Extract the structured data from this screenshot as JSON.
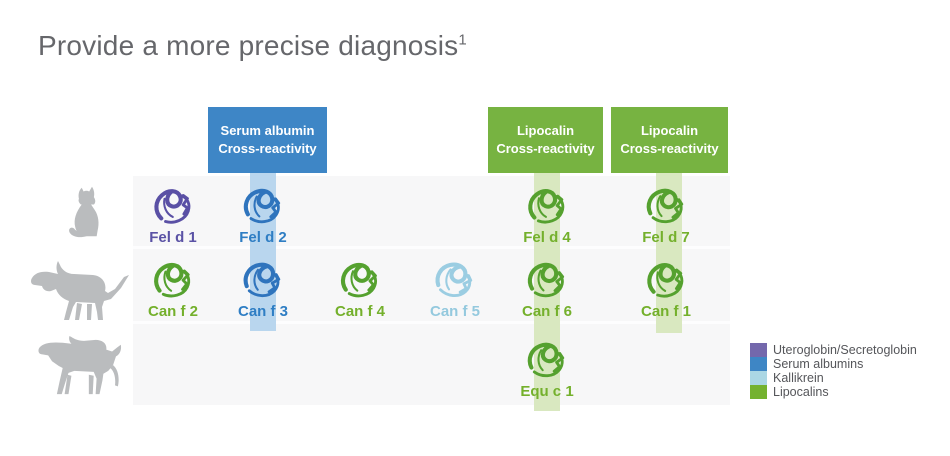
{
  "title": {
    "text": "Provide a more precise diagnosis",
    "footnote_marker": "1"
  },
  "header_boxes": [
    {
      "line1": "Serum albumin",
      "line2": "Cross-reactivity",
      "color": "#3e86c6",
      "band_color": "#b9d6ee"
    },
    {
      "line1": "Lipocalin",
      "line2": "Cross-reactivity",
      "color": "#77b341",
      "band_color": "#d9e8c0"
    },
    {
      "line1": "Lipocalin",
      "line2": "Cross-reactivity",
      "color": "#77b341",
      "band_color": "#d9e8c0"
    }
  ],
  "rows": [
    {
      "animal": "cat"
    },
    {
      "animal": "dog"
    },
    {
      "animal": "horse"
    }
  ],
  "allergens": [
    {
      "name": "Fel d 1",
      "row": 0,
      "col": 0,
      "family": "uteroglobin"
    },
    {
      "name": "Fel d 2",
      "row": 0,
      "col": 1,
      "family": "serum_albumin"
    },
    {
      "name": "Fel d 4",
      "row": 0,
      "col": 4,
      "family": "lipocalin"
    },
    {
      "name": "Fel d 7",
      "row": 0,
      "col": 5,
      "family": "lipocalin"
    },
    {
      "name": "Can f 2",
      "row": 1,
      "col": 0,
      "family": "lipocalin"
    },
    {
      "name": "Can f 3",
      "row": 1,
      "col": 1,
      "family": "serum_albumin"
    },
    {
      "name": "Can f 4",
      "row": 1,
      "col": 2,
      "family": "lipocalin"
    },
    {
      "name": "Can f 5",
      "row": 1,
      "col": 3,
      "family": "kallikrein"
    },
    {
      "name": "Can f 6",
      "row": 1,
      "col": 4,
      "family": "lipocalin"
    },
    {
      "name": "Can f 1",
      "row": 1,
      "col": 5,
      "family": "lipocalin"
    },
    {
      "name": "Equ c 1",
      "row": 2,
      "col": 4,
      "family": "lipocalin"
    }
  ],
  "family_colors": {
    "uteroglobin": {
      "icon": "#5a50a5",
      "label": "#5a52a5"
    },
    "serum_albumin": {
      "icon": "#2f74bd",
      "label": "#2f7ec4"
    },
    "kallikrein": {
      "icon": "#9bcde2",
      "label": "#94c9de"
    },
    "lipocalin": {
      "icon": "#55a12f",
      "label": "#74b02c"
    }
  },
  "legend": [
    {
      "label": "Uteroglobin/Secretoglobin",
      "color": "#7468ac"
    },
    {
      "label": "Serum albumins",
      "color": "#3e86c5"
    },
    {
      "label": "Kallikrein",
      "color": "#abd7e4"
    },
    {
      "label": "Lipocalins",
      "color": "#74b22f"
    }
  ]
}
